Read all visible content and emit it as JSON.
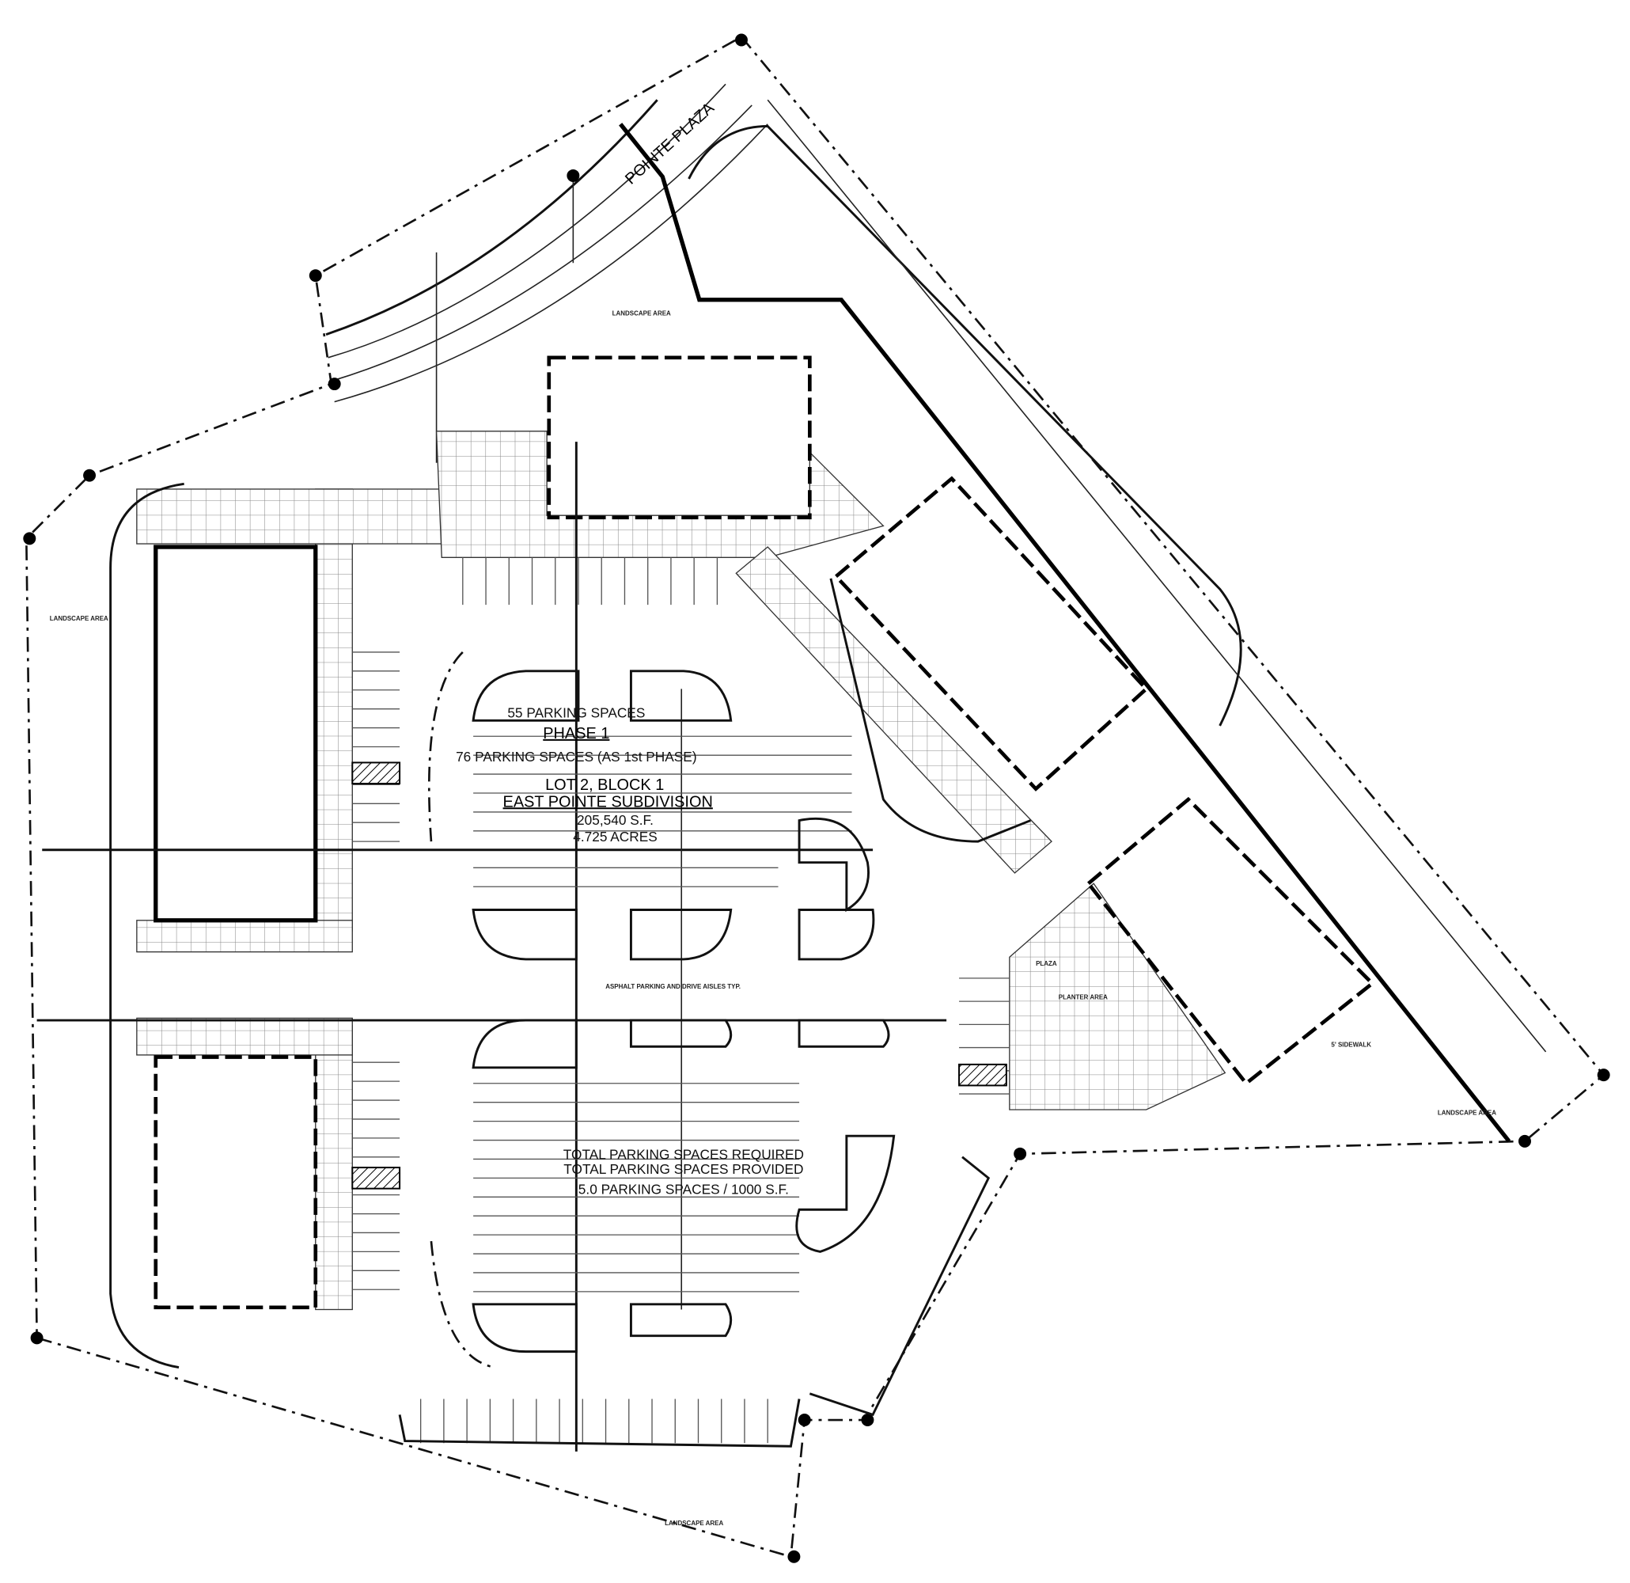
{
  "street": {
    "name": "POINTE PLAZA"
  },
  "lot": {
    "phase": "PHASE 1",
    "phase_spaces": "55 PARKING SPACES",
    "phase_note": "76 PARKING SPACES (AS 1st PHASE)",
    "lot_block": "LOT 2, BLOCK 1",
    "subdivision": "EAST POINTE SUBDIVISION",
    "area_sf": "205,540 S.F.",
    "area_acres": "4.725 ACRES"
  },
  "parking_summary": {
    "lines": [
      "5.0 PARKING SPACES / 1000 S.F.",
      "TOTAL PARKING SPACES REQUIRED",
      "TOTAL PARKING SPACES PROVIDED"
    ]
  },
  "labels": {
    "landscape": "LANDSCAPE AREA",
    "asphalt": "ASPHALT PARKING AND DRIVE AISLES TYP.",
    "plaza": "PLAZA",
    "planter": "PLANTER AREA",
    "sidewalk": "5' SIDEWALK"
  }
}
